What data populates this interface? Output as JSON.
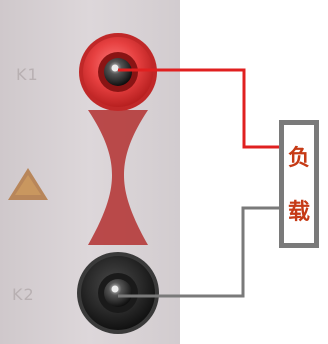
{
  "terminals": {
    "k1_label": "K1",
    "k2_label": "K2"
  },
  "load": {
    "char1": "负",
    "char2": "载"
  },
  "colors": {
    "panel": "#dbd5d8",
    "red_terminal": "#e23a3a",
    "black_terminal": "#262626",
    "red_wire": "#e02020",
    "gray_wire": "#7a7a7a",
    "load_text": "#c63a15",
    "warning": "#b8865a"
  },
  "icons": {
    "warning": "warning-triangle-icon"
  }
}
